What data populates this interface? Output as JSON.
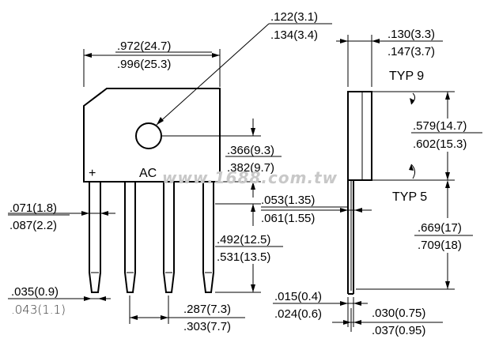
{
  "front_view": {
    "width": {
      "min": ".972(24.7)",
      "max": ".996(25.3)"
    },
    "hole_dia": {
      "min": ".122(3.1)",
      "max": ".134(3.4)"
    },
    "hole_offset": {
      "min": ".366(9.3)",
      "max": ".382(9.7)"
    },
    "lead_width": {
      "min": ".071(1.8)",
      "max": ".087(2.2)"
    },
    "lead_tip": {
      "min": ".035(0.9)",
      "max": ".043(1.1)"
    },
    "lead_spacing": {
      "min": ".287(7.3)",
      "max": ".303(7.7)"
    },
    "lead_length": {
      "min": ".492(12.5)",
      "max": ".531(13.5)"
    },
    "lead_step": {
      "min": ".053(1.35)",
      "max": ".061(1.55)"
    },
    "plus_label": "+",
    "ac_label": "AC"
  },
  "side_view": {
    "thickness": {
      "min": ".130(3.3)",
      "max": ".147(3.7)"
    },
    "body_height": {
      "min": ".579(14.7)",
      "max": ".602(15.3)"
    },
    "lead_length": {
      "min": ".669(17)",
      "max": ".709(18)"
    },
    "lead_thickness": {
      "min": ".015(0.4)",
      "max": ".024(0.6)"
    },
    "lead_offset": {
      "min": ".030(0.75)",
      "max": ".037(0.95)"
    },
    "typ9": "TYP 9",
    "typ5": "TYP 5"
  },
  "watermark": "www.1688.com.tw"
}
